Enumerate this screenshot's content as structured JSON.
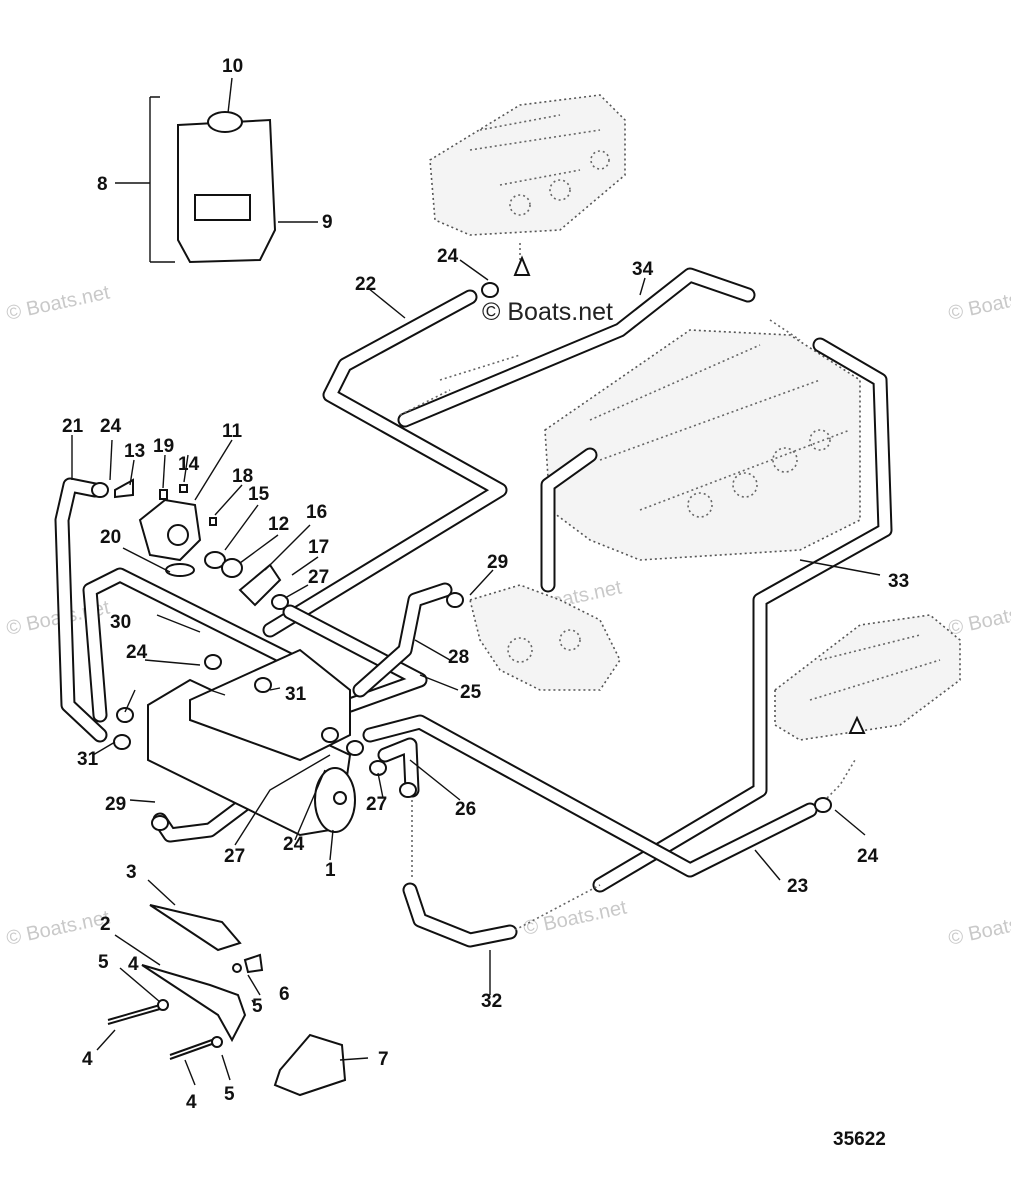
{
  "watermark": "© Boats.net",
  "copyright": "© Boats.net",
  "diagram_number": "35622",
  "callouts": [
    "1",
    "2",
    "3",
    "4",
    "5",
    "6",
    "7",
    "8",
    "9",
    "10",
    "11",
    "12",
    "13",
    "14",
    "15",
    "16",
    "17",
    "18",
    "19",
    "20",
    "21",
    "22",
    "23",
    "24",
    "25",
    "26",
    "27",
    "28",
    "29",
    "30",
    "31",
    "32",
    "33",
    "34"
  ]
}
